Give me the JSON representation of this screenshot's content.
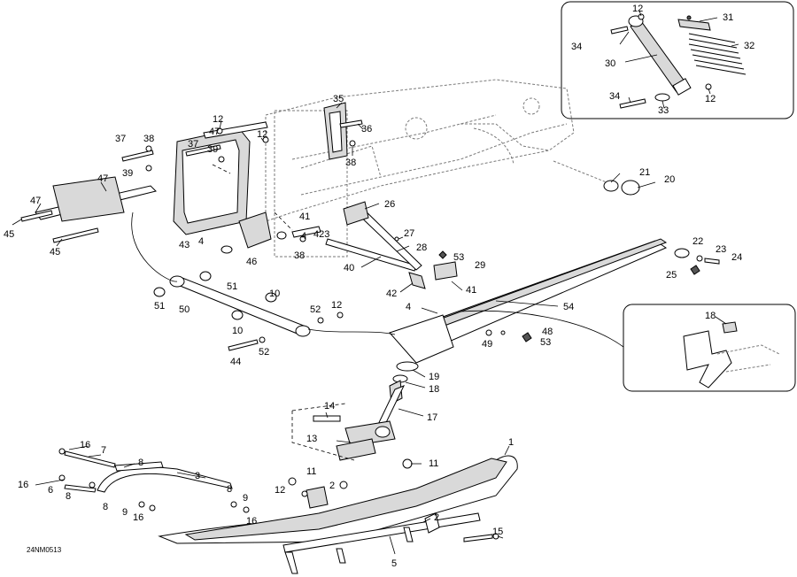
{
  "drawing_code": "24NM0513",
  "callouts": [
    {
      "id": "c12a",
      "text": "12"
    },
    {
      "id": "c31",
      "text": "31"
    },
    {
      "id": "c34a",
      "text": "34"
    },
    {
      "id": "c32",
      "text": "32"
    },
    {
      "id": "c30",
      "text": "30"
    },
    {
      "id": "c34b",
      "text": "34"
    },
    {
      "id": "c33",
      "text": "33"
    },
    {
      "id": "c12b",
      "text": "12"
    },
    {
      "id": "c35",
      "text": "35"
    },
    {
      "id": "c36",
      "text": "36"
    },
    {
      "id": "c38a",
      "text": "38"
    },
    {
      "id": "c12c",
      "text": "12"
    },
    {
      "id": "c47a",
      "text": "47"
    },
    {
      "id": "c12d",
      "text": "12"
    },
    {
      "id": "c37a",
      "text": "37"
    },
    {
      "id": "c38b",
      "text": "38"
    },
    {
      "id": "c37b",
      "text": "37"
    },
    {
      "id": "c39a",
      "text": "39"
    },
    {
      "id": "c39b",
      "text": "39"
    },
    {
      "id": "c47b",
      "text": "47"
    },
    {
      "id": "c47c",
      "text": "47"
    },
    {
      "id": "c45a",
      "text": "45"
    },
    {
      "id": "c45b",
      "text": "45"
    },
    {
      "id": "c26",
      "text": "26"
    },
    {
      "id": "c21",
      "text": "21"
    },
    {
      "id": "c20",
      "text": "20"
    },
    {
      "id": "c41a",
      "text": "41"
    },
    {
      "id": "c4a",
      "text": "4"
    },
    {
      "id": "c423",
      "text": "423"
    },
    {
      "id": "c27",
      "text": "27"
    },
    {
      "id": "c43",
      "text": "43"
    },
    {
      "id": "c4b",
      "text": "4"
    },
    {
      "id": "c28",
      "text": "28"
    },
    {
      "id": "c46",
      "text": "46"
    },
    {
      "id": "c38c",
      "text": "38"
    },
    {
      "id": "c22",
      "text": "22"
    },
    {
      "id": "c23",
      "text": "23"
    },
    {
      "id": "c24",
      "text": "24"
    },
    {
      "id": "c53a",
      "text": "53"
    },
    {
      "id": "c29",
      "text": "29"
    },
    {
      "id": "c25",
      "text": "25"
    },
    {
      "id": "c40",
      "text": "40"
    },
    {
      "id": "c51a",
      "text": "51"
    },
    {
      "id": "c42",
      "text": "42"
    },
    {
      "id": "c41b",
      "text": "41"
    },
    {
      "id": "c10a",
      "text": "10"
    },
    {
      "id": "c51b",
      "text": "51"
    },
    {
      "id": "c50",
      "text": "50"
    },
    {
      "id": "c54",
      "text": "54"
    },
    {
      "id": "c4c",
      "text": "4"
    },
    {
      "id": "c52a",
      "text": "52"
    },
    {
      "id": "c12e",
      "text": "12"
    },
    {
      "id": "c18a",
      "text": "18"
    },
    {
      "id": "c10b",
      "text": "10"
    },
    {
      "id": "c48",
      "text": "48"
    },
    {
      "id": "c49",
      "text": "49"
    },
    {
      "id": "c53b",
      "text": "53"
    },
    {
      "id": "c44",
      "text": "44"
    },
    {
      "id": "c52b",
      "text": "52"
    },
    {
      "id": "c19",
      "text": "19"
    },
    {
      "id": "c18b",
      "text": "18"
    },
    {
      "id": "c17",
      "text": "17"
    },
    {
      "id": "c14",
      "text": "14"
    },
    {
      "id": "c13",
      "text": "13"
    },
    {
      "id": "c1",
      "text": "1"
    },
    {
      "id": "c16a",
      "text": "16"
    },
    {
      "id": "c7",
      "text": "7"
    },
    {
      "id": "c8a",
      "text": "8"
    },
    {
      "id": "c11a",
      "text": "11"
    },
    {
      "id": "c11b",
      "text": "11"
    },
    {
      "id": "c16b",
      "text": "16"
    },
    {
      "id": "c3",
      "text": "3"
    },
    {
      "id": "c6",
      "text": "6"
    },
    {
      "id": "c8b",
      "text": "8"
    },
    {
      "id": "c12f",
      "text": "12"
    },
    {
      "id": "c2a",
      "text": "2"
    },
    {
      "id": "c8c",
      "text": "8"
    },
    {
      "id": "c9a",
      "text": "9"
    },
    {
      "id": "c8d",
      "text": "8"
    },
    {
      "id": "c9b",
      "text": "9"
    },
    {
      "id": "c16c",
      "text": "16"
    },
    {
      "id": "c16d",
      "text": "16"
    },
    {
      "id": "c2b",
      "text": "2"
    },
    {
      "id": "c15",
      "text": "15"
    },
    {
      "id": "c5",
      "text": "5"
    }
  ]
}
